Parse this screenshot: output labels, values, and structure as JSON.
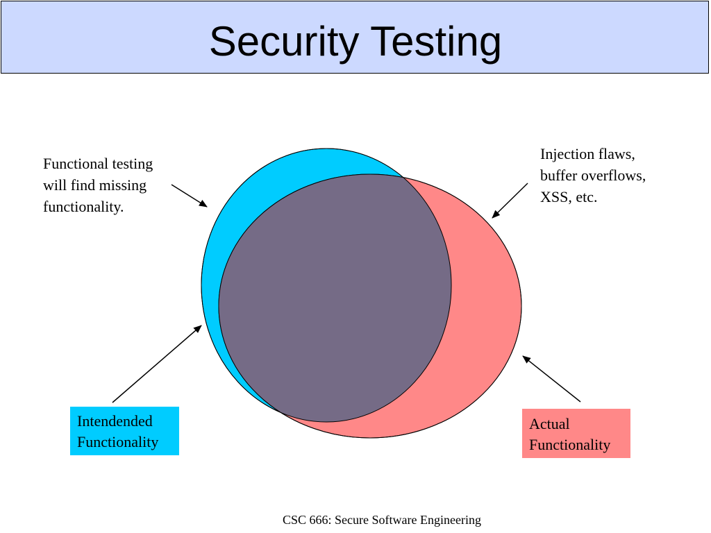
{
  "slide": {
    "title": "Security Testing",
    "footer": "CSC 666: Secure Software Engineering"
  },
  "diagram": {
    "notes": {
      "functional_testing": [
        "Functional testing",
        "will find missing",
        "functionality."
      ],
      "injection_flaws": [
        "Injection flaws,",
        "buffer overflows,",
        "XSS, etc."
      ]
    },
    "labels": {
      "intended": [
        "Intendended",
        "Functionality"
      ],
      "actual": [
        "Actual",
        "Functionality"
      ]
    }
  },
  "colors": {
    "title_background": "#ccd9ff",
    "intended": "#00ccff",
    "actual": "#ff8888",
    "overlap": "#756b86"
  }
}
